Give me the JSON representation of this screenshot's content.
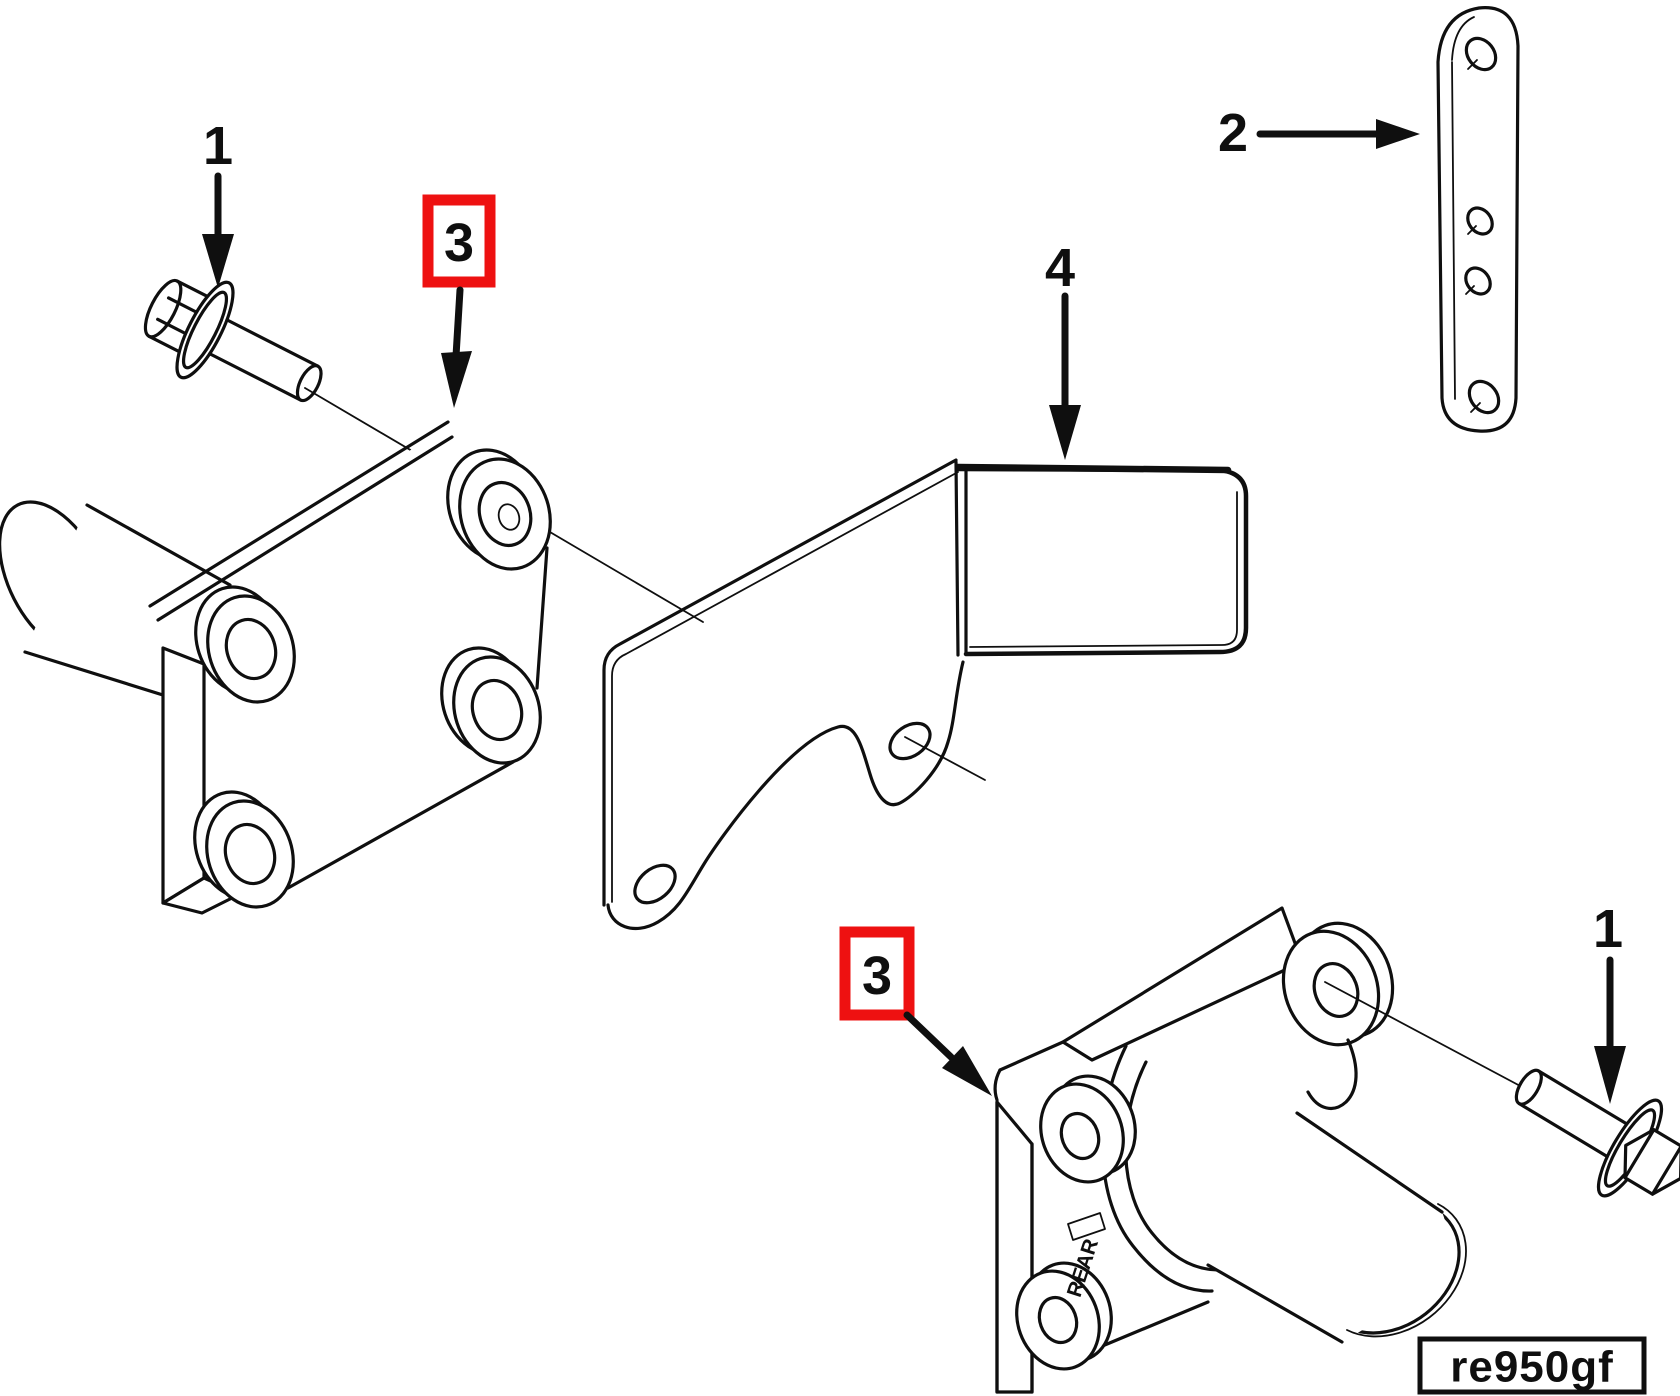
{
  "figure": {
    "code": "re950gf",
    "stamp": "REAR",
    "colors": {
      "highlight": "#ee1111",
      "line": "#0f0f0f",
      "background": "#ffffff"
    },
    "callouts": [
      {
        "label": "1",
        "boxed": false,
        "location": "top-left-bolt"
      },
      {
        "label": "3",
        "boxed": true,
        "location": "front-bracket"
      },
      {
        "label": "4",
        "boxed": false,
        "location": "spacer-plate"
      },
      {
        "label": "2",
        "boxed": false,
        "location": "link-strap"
      },
      {
        "label": "3",
        "boxed": true,
        "location": "rear-bracket"
      },
      {
        "label": "1",
        "boxed": false,
        "location": "bottom-right-bolt"
      }
    ]
  }
}
